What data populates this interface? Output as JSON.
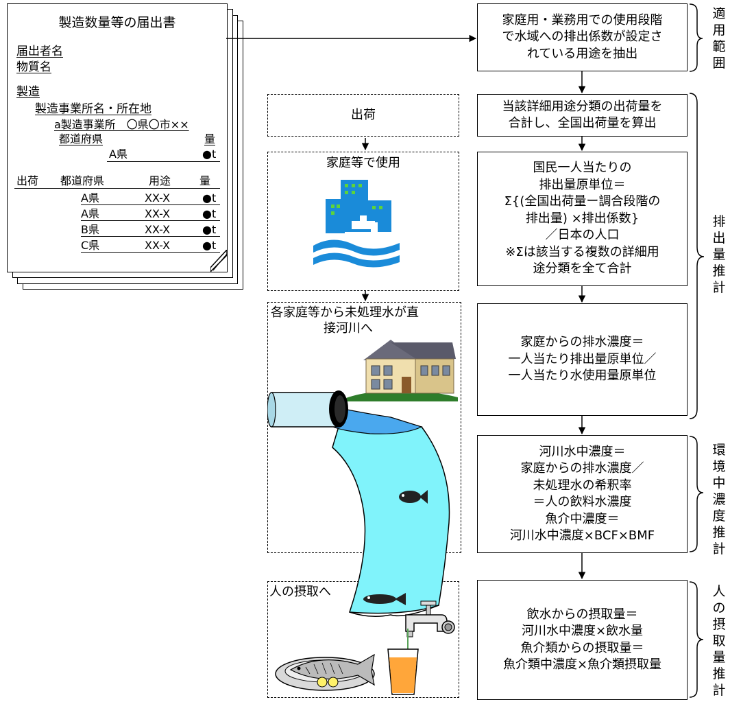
{
  "document": {
    "title": "製造数量等の届出書",
    "notifier": "届出者名",
    "substance": "物質名",
    "manufacture": "製造",
    "site_header": "製造事業所名・所在地",
    "site_entry": "a製造事業所　〇県〇市××",
    "pref_header": "都道府県",
    "qty_header": "量",
    "pref_entry": "A県",
    "qty_entry": "●t",
    "shipment_header": "出荷",
    "ship_pref_header": "都道府県",
    "use_header": "用途",
    "ship_qty_header": "量",
    "rows": [
      {
        "pref": "A県",
        "use": "XX-X",
        "qty": "●t"
      },
      {
        "pref": "A県",
        "use": "XX-X",
        "qty": "●t"
      },
      {
        "pref": "B県",
        "use": "XX-X",
        "qty": "●t"
      },
      {
        "pref": "C県",
        "use": "XX-X",
        "qty": "●t"
      }
    ]
  },
  "left_flow": {
    "shipment": "出荷",
    "household_use": "家庭等で使用",
    "untreated_line1": "各家庭等から未処理水が直",
    "untreated_line2": "接河川へ",
    "intake": "人の摂取へ"
  },
  "right_flow": {
    "box1": [
      "家庭用・業務用での使用段階",
      "で水域への排出係数が設定さ",
      "れている用途を抽出"
    ],
    "box2": [
      "当該詳細用途分類の出荷量を",
      "合計し、全国出荷量を算出"
    ],
    "box3": [
      "国民一人当たりの",
      "排出量原単位＝",
      "Σ{(全国出荷量ー調合段階の",
      "排出量) ×排出係数}",
      "／日本の人口",
      "※Σは該当する複数の詳細用",
      "途分類を全て合計"
    ],
    "box4": [
      "家庭からの排水濃度＝",
      "一人当たり排出量原単位／",
      "一人当たり水使用量原単位"
    ],
    "box5": [
      "河川水中濃度＝",
      "家庭からの排水濃度／",
      "未処理水の希釈率",
      "＝人の飲料水濃度",
      "魚介中濃度＝",
      "河川水中濃度×BCF×BMF"
    ],
    "box6": [
      "飲水からの摂取量＝",
      "河川水中濃度×飲水量",
      "魚介類からの摂取量＝",
      "魚介類中濃度×魚介類摂取量"
    ]
  },
  "side_labels": {
    "scope": [
      "適",
      "用",
      "範",
      "囲"
    ],
    "emission": [
      "排",
      "出",
      "量",
      "推",
      "計"
    ],
    "environment": [
      "環",
      "境",
      "中",
      "濃",
      "度",
      "推",
      "計"
    ],
    "intake": [
      "人",
      "の",
      "摂",
      "取",
      "量",
      "推",
      "計"
    ]
  },
  "icon_names": [
    "city-faucet-icon",
    "house-icon",
    "drain-pipe-icon",
    "river-water",
    "fish-icon",
    "faucet-icon",
    "drinking-glass-icon",
    "fish-dish-icon"
  ],
  "colors": {
    "water": "#80f3fb",
    "city_blue": "#1a8bd9",
    "city_green": "#5dd43a",
    "pipe_face": "#cfeef6",
    "glass": "#ffa63a"
  }
}
